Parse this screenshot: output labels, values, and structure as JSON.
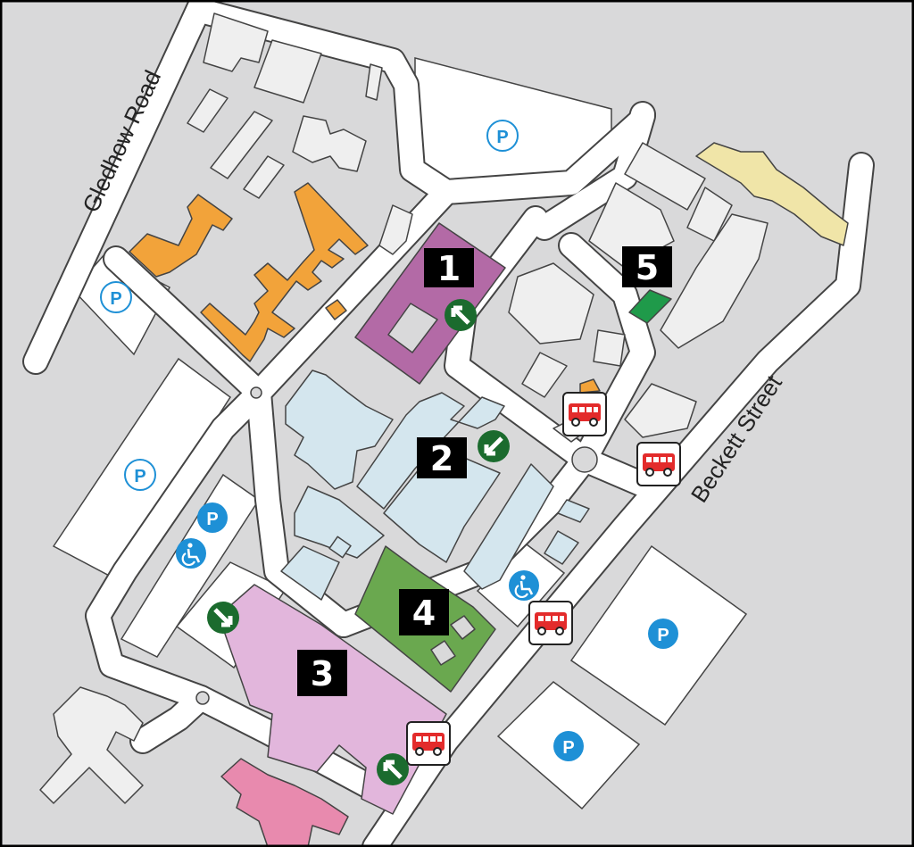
{
  "map": {
    "roads": {
      "gledhow": "Gledhow Road",
      "beckett": "Beckett Street"
    },
    "buildings": [
      {
        "number": "1",
        "color": "#b36aa6"
      },
      {
        "number": "2",
        "color": "#d4e6ee"
      },
      {
        "number": "3",
        "color": "#e2b6dc"
      },
      {
        "number": "4",
        "color": "#6aa84f"
      },
      {
        "number": "5",
        "color": "#1f9a4a"
      }
    ],
    "parking_symbol": "P",
    "icons": {
      "parking": "parking-icon",
      "disabled": "disabled-parking-icon",
      "bus": "bus-stop-icon",
      "entrance": "entrance-arrow-icon"
    },
    "colors": {
      "background": "#d9d9da",
      "orange": "#f2a33a",
      "parking_blue": "#1e90d6",
      "entrance_green": "#1b6b2e",
      "bus_red": "#e32b2b"
    }
  }
}
